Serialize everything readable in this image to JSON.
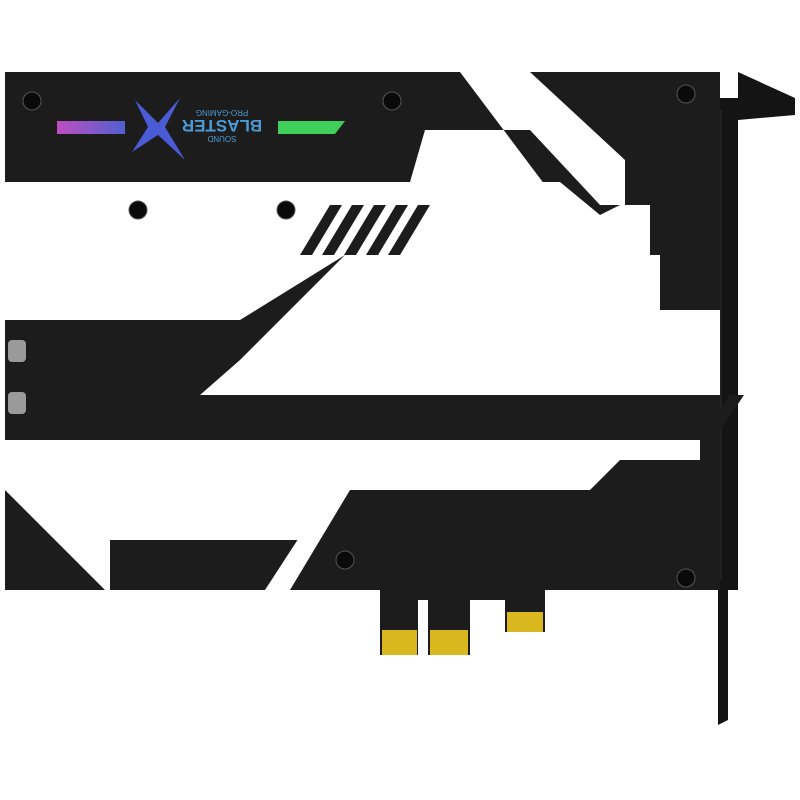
{
  "product": {
    "logo": {
      "brand_top": "SOUND",
      "brand_main": "BLASTER",
      "brand_mark": "X",
      "brand_sub": "PRO-GAMING"
    },
    "colors": {
      "pcb": "#1c1c1c",
      "white_panel": "#ffffff",
      "bracket": "#141414",
      "gold": "#d9b71e",
      "logo_x": "#4b5bd6",
      "bar_left_start": "#c04fc0",
      "bar_left_end": "#5060d0",
      "bar_right": "#3fcf5a"
    }
  }
}
